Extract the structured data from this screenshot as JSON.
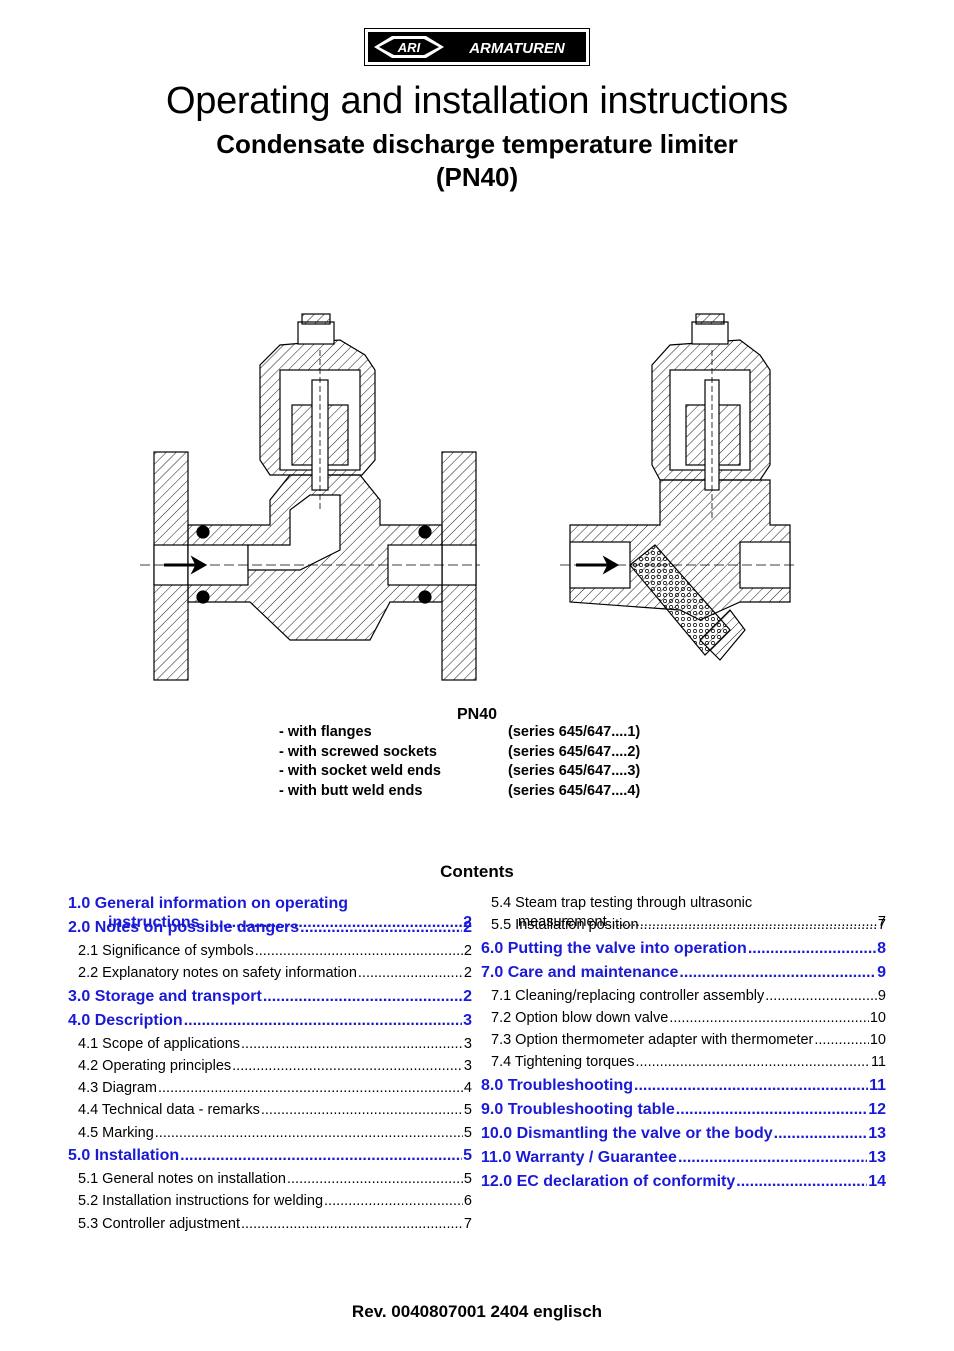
{
  "logo": {
    "brand_text": "ARMATUREN",
    "emblem_text": "ARI"
  },
  "title": "Operating and installation instructions",
  "subtitle_line1": "Condensate discharge temperature limiter",
  "subtitle_line2": "(PN40)",
  "variants_heading": "PN40",
  "variants": [
    {
      "label": "- with flanges",
      "series": "(series 645/647....1)"
    },
    {
      "label": "- with screwed sockets",
      "series": "(series 645/647....2)"
    },
    {
      "label": "- with socket weld ends",
      "series": "(series 645/647....3)"
    },
    {
      "label": "- with butt weld ends",
      "series": "(series 645/647....4)"
    }
  ],
  "contents_heading": "Contents",
  "toc_left": [
    {
      "kind": "main",
      "line1": "1.0 General information on operating",
      "line2": "instructions",
      "page": "2"
    },
    {
      "kind": "main",
      "text": "2.0 Notes on possible dangers",
      "page": "2"
    },
    {
      "kind": "sub",
      "text": "2.1 Significance of symbols ",
      "page": "2"
    },
    {
      "kind": "sub",
      "text": "2.2 Explanatory notes on safety information ",
      "page": "2"
    },
    {
      "kind": "main",
      "text": "3.0 Storage and transport  ",
      "page": "2"
    },
    {
      "kind": "main",
      "text": "4.0 Description",
      "page": "3"
    },
    {
      "kind": "sub",
      "text": "4.1 Scope of applications",
      "page": "3"
    },
    {
      "kind": "sub",
      "text": "4.2 Operating principles ",
      "page": "3"
    },
    {
      "kind": "sub",
      "text": "4.3 Diagram",
      "page": "4"
    },
    {
      "kind": "sub",
      "text": "4.4 Technical data - remarks ",
      "page": "5"
    },
    {
      "kind": "sub",
      "text": "4.5 Marking ",
      "page": "5"
    },
    {
      "kind": "main",
      "text": "5.0 Installation",
      "page": "5"
    },
    {
      "kind": "sub",
      "text": "5.1 General notes on installation",
      "page": "5"
    },
    {
      "kind": "sub",
      "text": "5.2 Installation instructions for welding ",
      "page": "6"
    },
    {
      "kind": "sub",
      "text": "5.3 Controller adjustment ",
      "page": "7"
    }
  ],
  "toc_right": [
    {
      "kind": "sub",
      "line1": "5.4 Steam trap testing through ultrasonic",
      "line2": "measurement ",
      "page": " 7"
    },
    {
      "kind": "sub",
      "text": "5.5 Installation position",
      "page": " 7"
    },
    {
      "kind": "main",
      "text": "6.0 Putting the valve into operation ",
      "page": " 8"
    },
    {
      "kind": "main",
      "text": "7.0 Care and maintenance",
      "page": " 9"
    },
    {
      "kind": "sub",
      "text": "7.1 Cleaning/replacing controller assembly",
      "page": " 9"
    },
    {
      "kind": "sub",
      "text": "7.2 Option blow down valve  ",
      "page": " 10"
    },
    {
      "kind": "sub",
      "text": "7.3 Option thermometer adapter with thermometer ",
      "page": " 10"
    },
    {
      "kind": "sub",
      "text": "7.4 Tightening torques",
      "page": "11"
    },
    {
      "kind": "main",
      "text": "8.0 Troubleshooting",
      "page": "11"
    },
    {
      "kind": "main",
      "text": "9.0 Troubleshooting table ",
      "page": " 12"
    },
    {
      "kind": "main",
      "text": "10.0 Dismantling the valve or the body ",
      "page": " 13"
    },
    {
      "kind": "main",
      "text": "11.0 Warranty / Guarantee ",
      "page": " 13"
    },
    {
      "kind": "main",
      "text": "12.0 EC declaration of conformity ",
      "page": " 14"
    }
  ],
  "footer": "Rev. 0040807001 2404 englisch",
  "colors": {
    "toc_main": "#1a1ad6",
    "text": "#000000"
  }
}
